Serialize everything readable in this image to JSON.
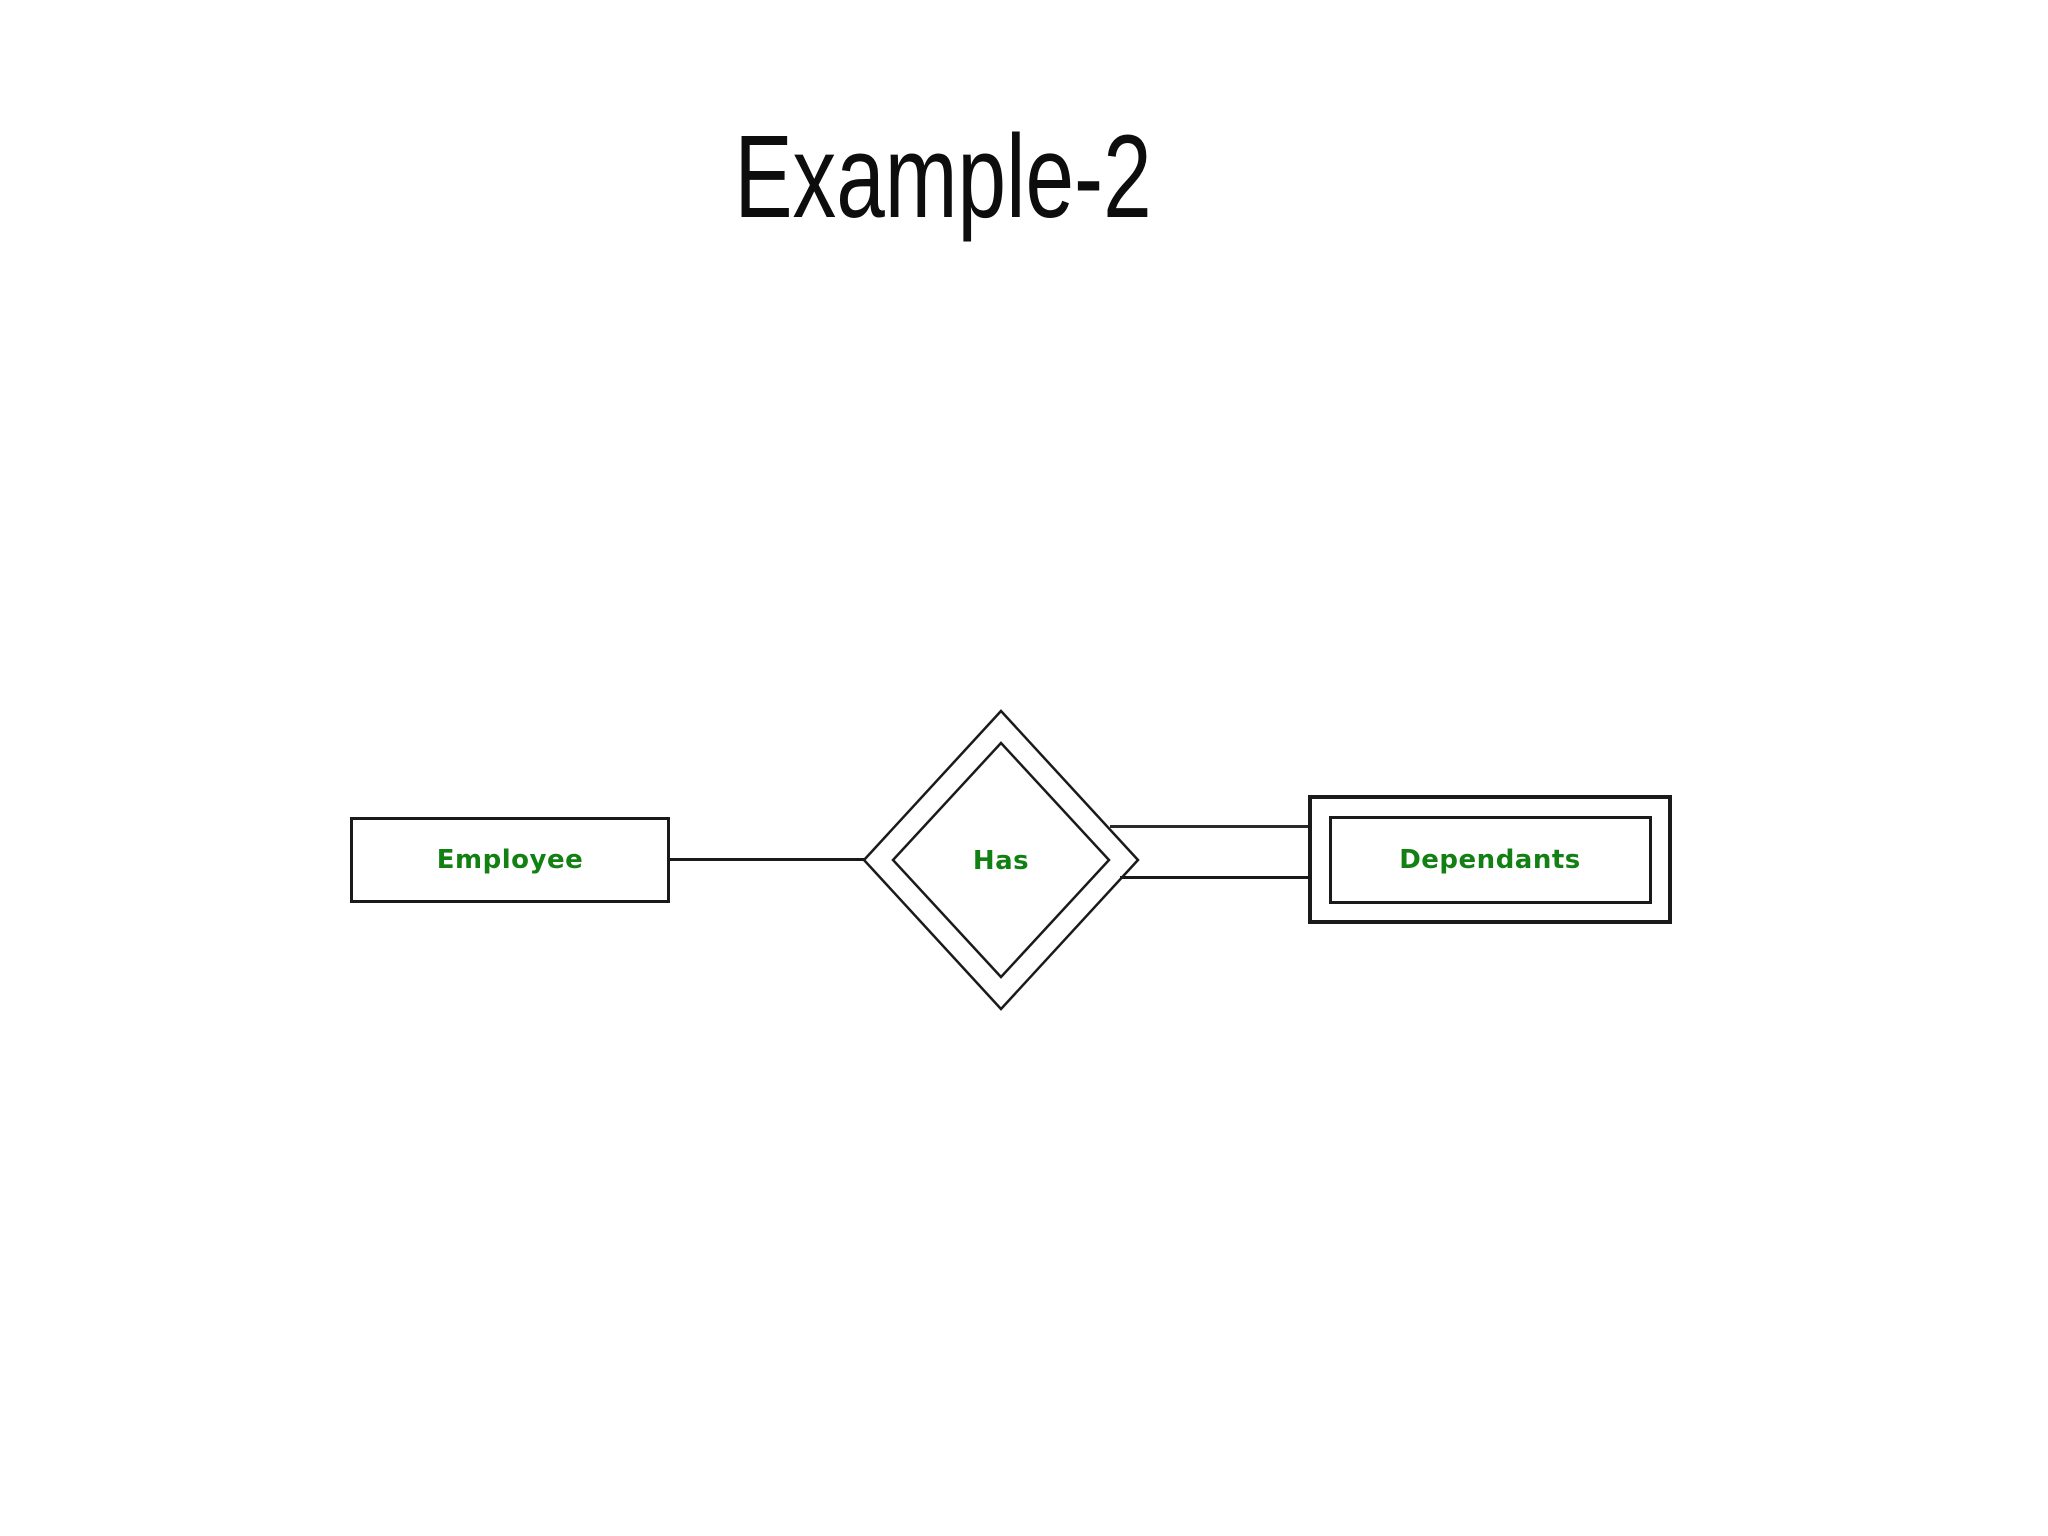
{
  "title": "Example-2",
  "diagram": {
    "entity": {
      "label": "Employee",
      "shape": "rectangle"
    },
    "relationship": {
      "label": "Has",
      "shape": "double-diamond"
    },
    "weak_entity": {
      "label": "Dependants",
      "shape": "double-rectangle"
    },
    "connections": [
      {
        "from": "Employee",
        "to": "Has",
        "line": "single"
      },
      {
        "from": "Has",
        "to": "Dependants",
        "line": "double"
      }
    ]
  },
  "colors": {
    "diagram_green": "#128012",
    "line_black": "#1a1a1a",
    "title_black": "#0d0d0d",
    "background": "#ffffff"
  }
}
